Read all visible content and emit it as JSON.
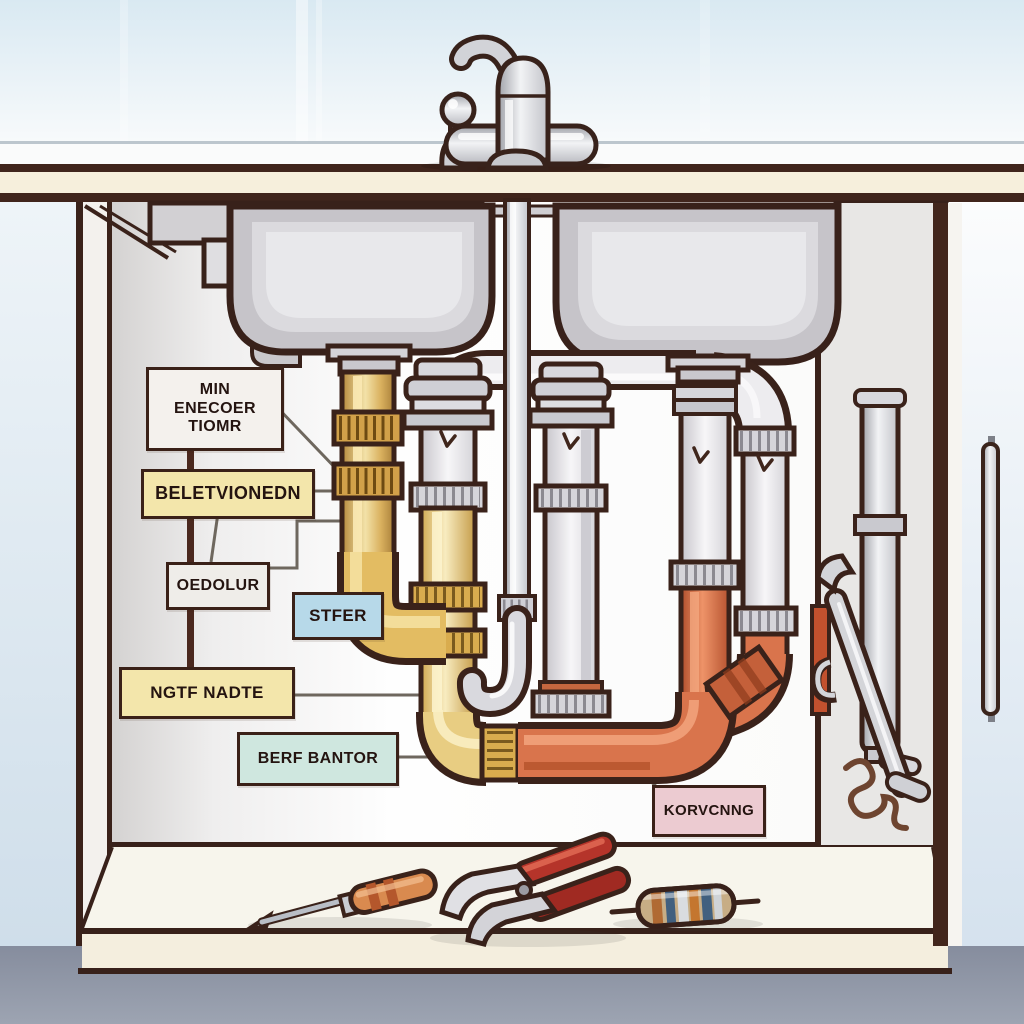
{
  "title": "Under-sink plumbing illustration",
  "callouts": [
    {
      "text": "MIN\nENECOER\nTIOMR",
      "color": "#f4f1ed"
    },
    {
      "text": "BELETVIONEDN",
      "color": "#f3e6ab"
    },
    {
      "text": "OEDOLUR",
      "color": "#efede9"
    },
    {
      "text": "STFER",
      "color": "#b7d9e9"
    },
    {
      "text": "NGTF NADTE",
      "color": "#f3e6ab"
    },
    {
      "text": "BERF BANTOR",
      "color": "#cfe7df"
    },
    {
      "text": "KORVCNNG",
      "color": "#eccbd1"
    }
  ],
  "objects": [
    "faucet",
    "sprayer-knob",
    "double-basin-sink",
    "brass-drain-tailpiece",
    "white-standpipes",
    "chrome-supply-line",
    "copper-p-trap",
    "screwdriver",
    "slip-joint-pliers",
    "banded-roller-tool",
    "hanging-wrench",
    "drain-auger-spiral",
    "door-handle"
  ],
  "palette": {
    "outline": "#3a221a",
    "counter": "#f6efdc",
    "wall_top": "#d9e9f2",
    "sink_gray": "#c6c4c9",
    "brass": "#e3bc62",
    "gold": "#e8cd82",
    "copper": "#d9744c",
    "chrome": "#d6d6db",
    "floor": "#8d94a4",
    "toe_kick": "#f4eede"
  }
}
